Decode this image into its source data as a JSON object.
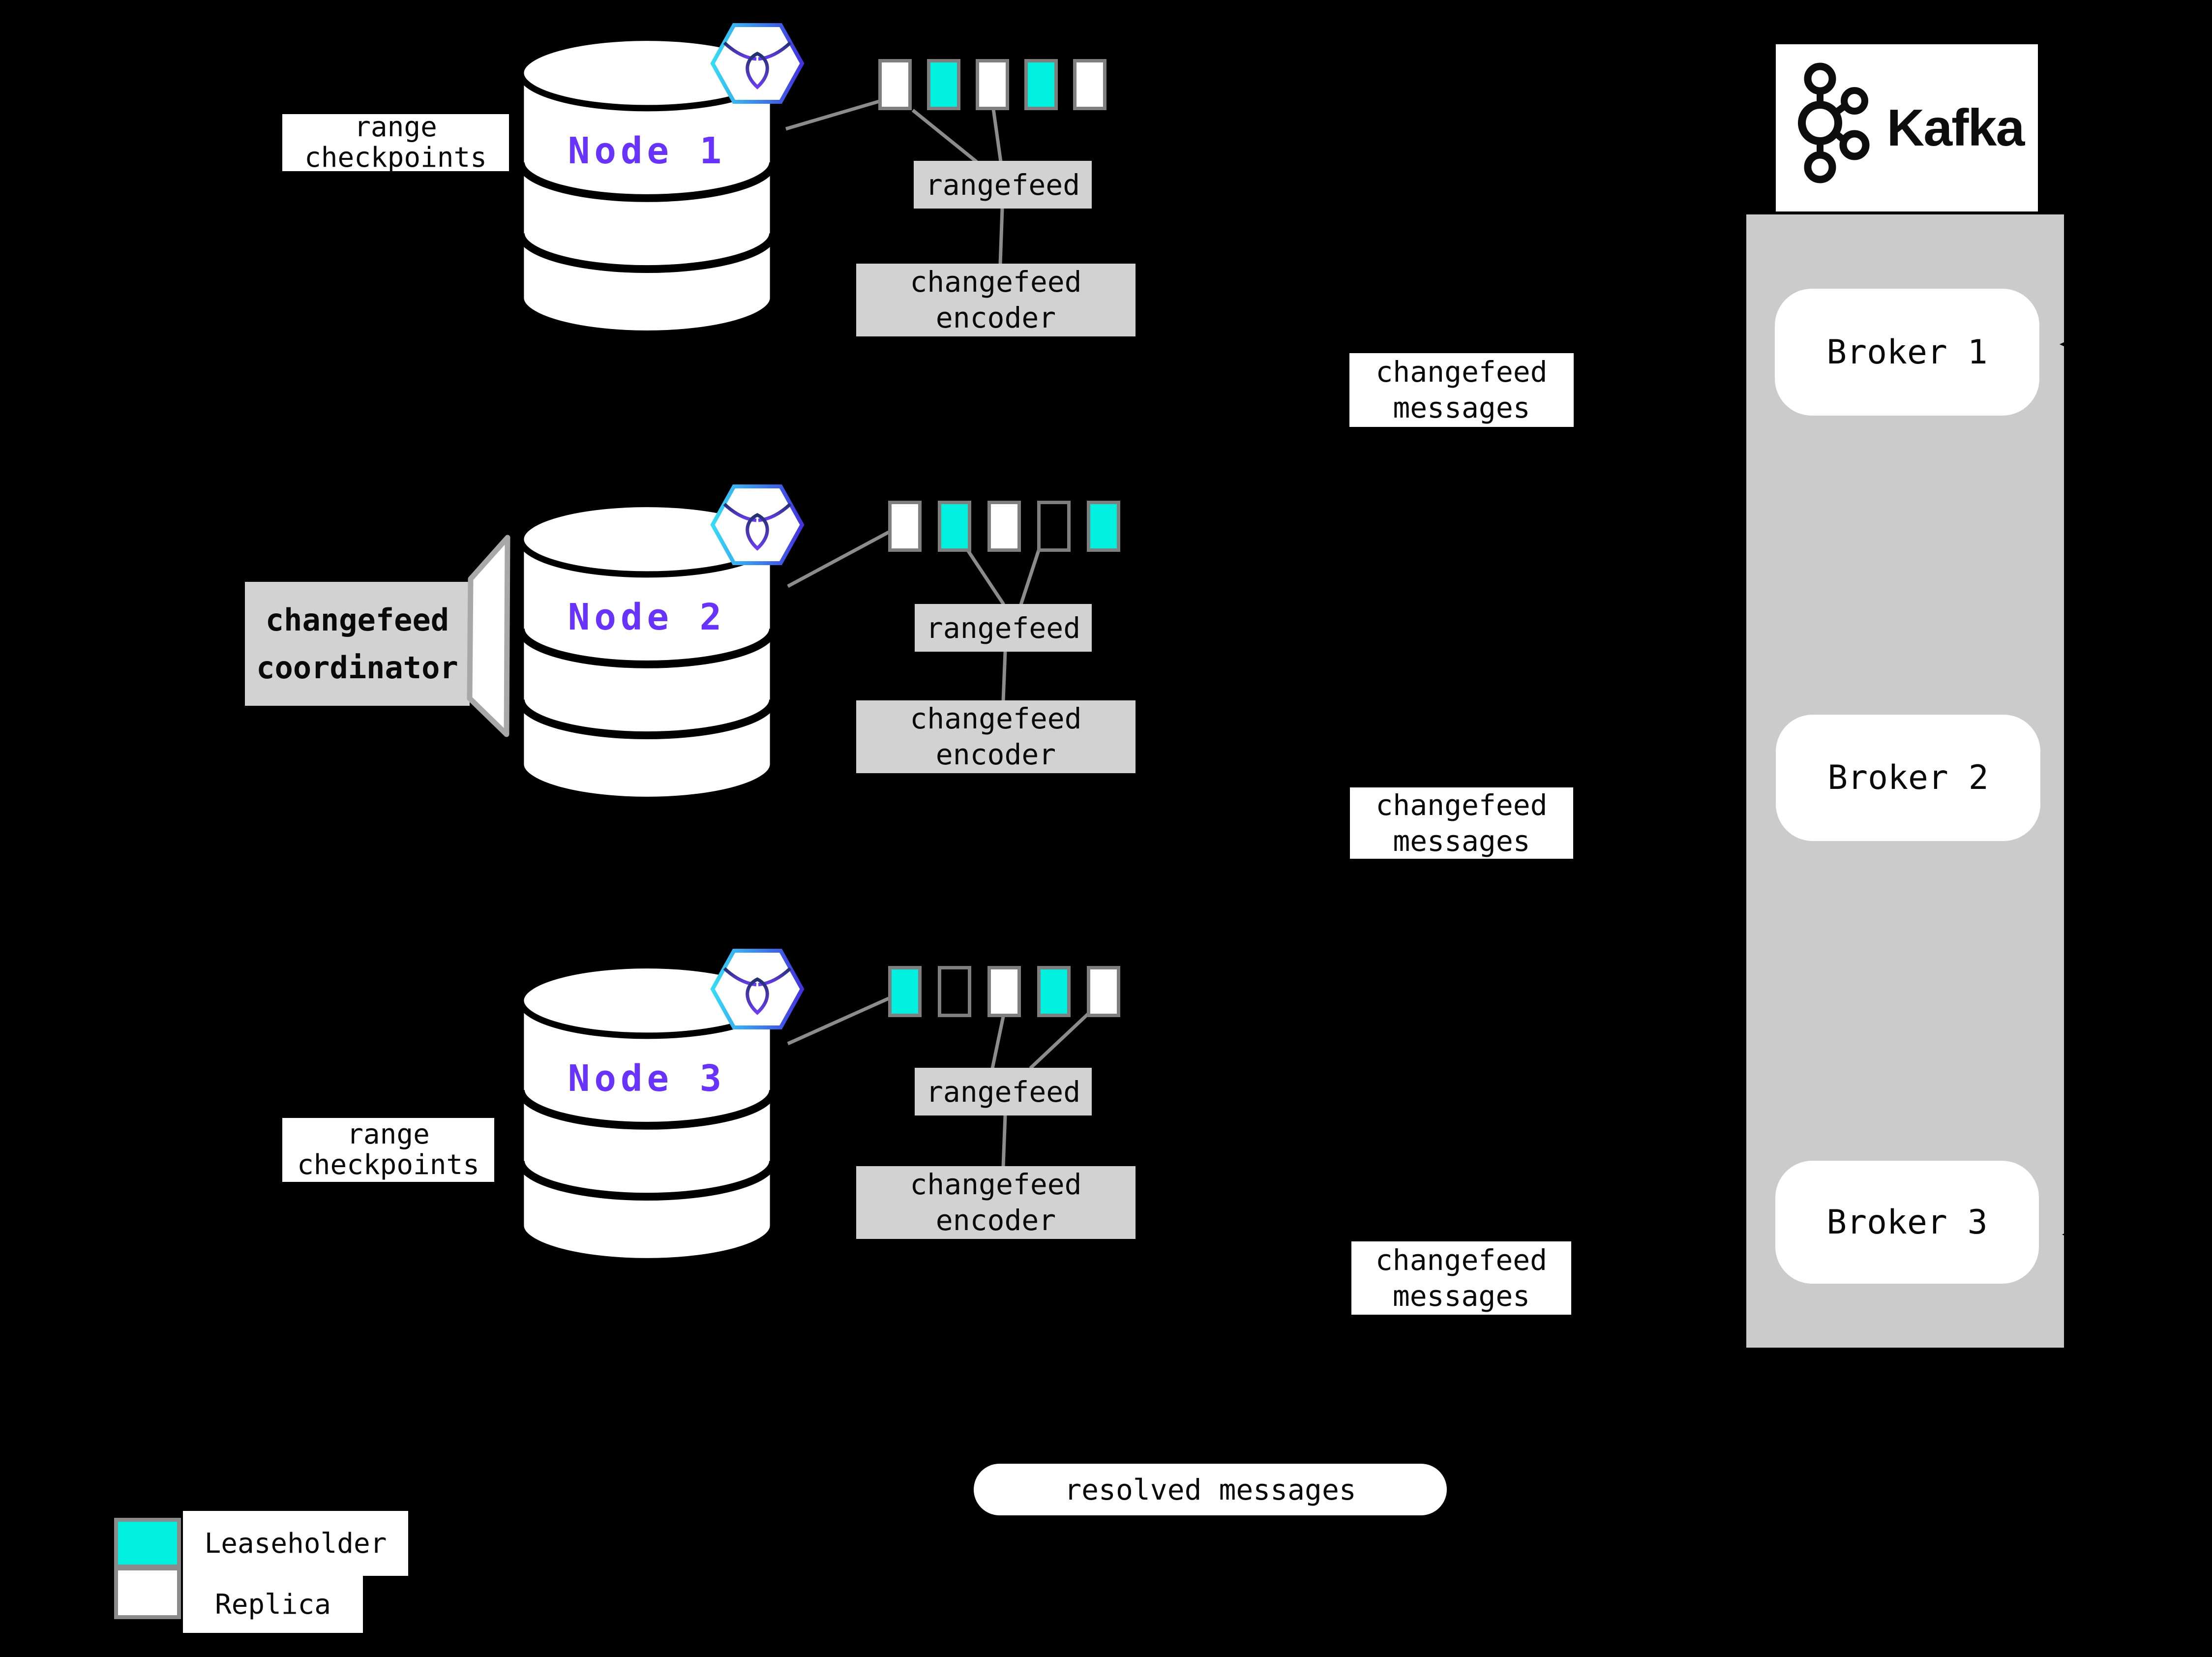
{
  "colors": {
    "teal": "#00F0E0",
    "node_purple": "#6933FF",
    "box_gray": "#D2D2D2",
    "kafka_gray": "#CBCBCB",
    "line_gray": "#8C8C8C",
    "square_border": "#7F7F7F"
  },
  "rows": [
    {
      "node": "Node 1",
      "checkpoint": {
        "line1": "range",
        "line2": "checkpoints"
      },
      "rangefeed": "rangefeed",
      "encoder": {
        "line1": "changefeed",
        "line2": "encoder"
      },
      "messages": {
        "line1": "changefeed",
        "line2": "messages"
      },
      "ranges": [
        "replica",
        "leaseholder",
        "replica",
        "leaseholder",
        "replica"
      ]
    },
    {
      "node": "Node 2",
      "rangefeed": "rangefeed",
      "encoder": {
        "line1": "changefeed",
        "line2": "encoder"
      },
      "messages": {
        "line1": "changefeed",
        "line2": "messages"
      },
      "ranges": [
        "replica",
        "leaseholder",
        "replica",
        "empty",
        "leaseholder"
      ]
    },
    {
      "node": "Node 3",
      "checkpoint": {
        "line1": "range",
        "line2": "checkpoints"
      },
      "rangefeed": "rangefeed",
      "encoder": {
        "line1": "changefeed",
        "line2": "encoder"
      },
      "messages": {
        "line1": "changefeed",
        "line2": "messages"
      },
      "ranges": [
        "leaseholder",
        "empty",
        "replica",
        "leaseholder",
        "replica"
      ]
    }
  ],
  "coordinator": {
    "line1": "changefeed",
    "line2": "coordinator"
  },
  "resolved_pill": "resolved messages",
  "kafka": {
    "wordmark": "Kafka",
    "brokers": [
      "Broker 1",
      "Broker 2",
      "Broker 3"
    ]
  },
  "legend": {
    "items": [
      {
        "type": "leaseholder",
        "label": "Leaseholder"
      },
      {
        "type": "replica",
        "label": "Replica"
      }
    ]
  }
}
